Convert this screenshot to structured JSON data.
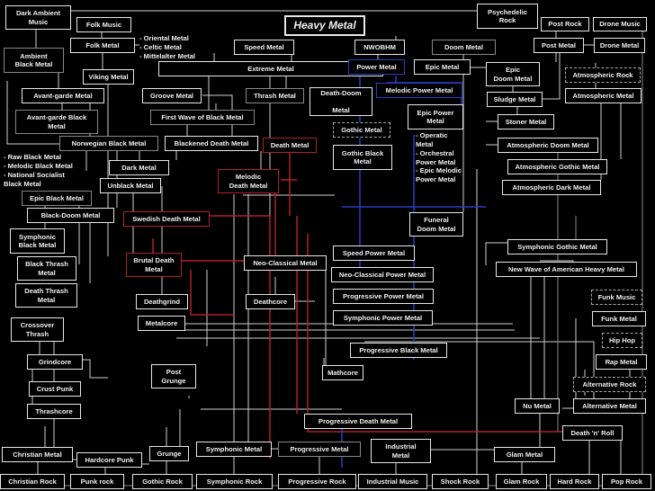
{
  "title": "Heavy Metal",
  "nodes": {
    "dark_ambient_music": "Dark Ambient\nMusic",
    "folk_music": "Folk Music",
    "psychedelic_rock": "Psychedelic\nRock",
    "post_rock": "Post Rock",
    "drone_music": "Drone Music",
    "folk_metal": "Folk Metal",
    "speed_metal": "Speed Metal",
    "nwobhm": "NWOBHM",
    "doom_metal": "Doom Metal",
    "post_metal": "Post Metal",
    "drone_metal": "Drone Metal",
    "ambient_black_metal": "Ambient\nBlack Metal",
    "extreme_metal": "Extreme Metal",
    "power_metal": "Power Metal",
    "epic_metal": "Epic Metal",
    "epic_doom_metal": "Epic\nDoom Metal",
    "atmospheric_rock": "Atmospheric Rock",
    "viking_metal": "Viking Metal",
    "avantgarde_metal": "Avant-garde Metal",
    "groove_metal": "Groove Metal",
    "thrash_metal": "Thrash Metal",
    "death_doom_metal": "Death-Doom\n\nMetal",
    "melodic_power_metal": "Melodic Power Metal",
    "sludge_metal": "Sludge Metal",
    "atmospheric_metal": "Atmospheric Metal",
    "avantgarde_black_metal": "Avant-garde Black\nMetal",
    "first_wave": "First Wave of Black Metal",
    "epic_power_metal": "Epic Power\nMetal",
    "stoner_metal": "Stoner Metal",
    "gothic_metal": "Gothic Metal",
    "norwegian_black_metal": "Norwegian Black Metal",
    "blackened_death_metal": "Blackened Death Metal",
    "death_metal": "Death Metal",
    "atmospheric_doom_metal": "Atmospheric Doom Metal",
    "gothic_black_metal": "Gothic Black\nMetal",
    "dark_metal": "Dark Metal",
    "melodic_death_metal": "Melodic\nDeath Metal",
    "atmospheric_gothic_metal": "Atmospheric Gothic Metal",
    "unblack_metal": "Unblack Metal",
    "epic_black_metal": "Epic Black Metal",
    "atmospheric_dark_metal": "Atmospheric Dark Metal",
    "black_doom_metal": "Black-Doom  Metal",
    "swedish_death_metal": "Swedish Death Metal",
    "funeral_doom_metal": "Funeral\nDoom Metal",
    "symphonic_black_metal": "Symphonic\nBlack Metal",
    "speed_power_metal": "Speed Power Metal",
    "symphonic_gothic_metal": "Symphonic Gothic Metal",
    "brutal_death_metal": "Brutal Death\nMetal",
    "neo_classical_metal": "Neo-Classical Metal",
    "nwoahm": "New Wave of American Heavy  Metal",
    "black_thrash_metal": "Black Thrash\nMetal",
    "neo_classical_power_metal": "Neo-Classical Power Metal",
    "death_thrash_metal": "Death Thrash\nMetal",
    "deathgrind": "Deathgrind",
    "deathcore": "Deathcore",
    "progressive_power_metal": "Progressive Power Metal",
    "funk_music": "Funk Music",
    "crossover_thrash": "Crossover\nThrash",
    "metalcore": "Metalcore",
    "symphonic_power_metal": "Symphonic Power Metal",
    "funk_metal": "Funk Metal",
    "hip_hop": "Hip Hop",
    "progressive_black_metal": "Progressive Black Metal",
    "grindcore": "Grindcore",
    "post_grunge": "Post\nGrunge",
    "rap_metal": "Rap Metal",
    "mathcore": "Mathcore",
    "crust_punk": "Crust Punk",
    "alternative_rock": "Alternative Rock",
    "nu_metal": "Nu Metal",
    "alternative_metal": "Alternative Metal",
    "thrashcore": "Thrashcore",
    "progressive_death_metal": "Progressive Death Metal",
    "death_n_roll": "Death 'n' Roll",
    "industrial_metal": "Industrial\nMetal",
    "christian_metal": "Christian Metal",
    "symphonic_metal": "Symphonic Metal",
    "progressive_metal": "Progressive Metal",
    "glam_metal": "Glam Metal",
    "hardcore_punk": "Hardcore Punk",
    "grunge": "Grunge",
    "christian_rock": "Christian Rock",
    "punk_rock": "Punk rock",
    "gothic_rock": "Gothic Rock",
    "symphonic_rock": "Symphonic Rock",
    "progressive_rock": "Progressive Rock",
    "industrial_music": "Industrial Music",
    "shock_rock": "Shock Rock",
    "glam_rock": "Glam Rock",
    "hard_rock": "Hard Rock",
    "pop_rock": "Pop Rock"
  },
  "lists": {
    "folk_subgenres": "- Oriental Metal\n- Celtic Metal\n- Mittelalter Metal",
    "black_subgenres": "- Raw Black Metal\n- Melodic Black Metal\n- National Socialist\n     Black Metal",
    "power_subgenres": "- Operatic\n   Metal\n- Orchestral\n   Power Metal\n- Epic Melodic\n   Power Metal"
  }
}
